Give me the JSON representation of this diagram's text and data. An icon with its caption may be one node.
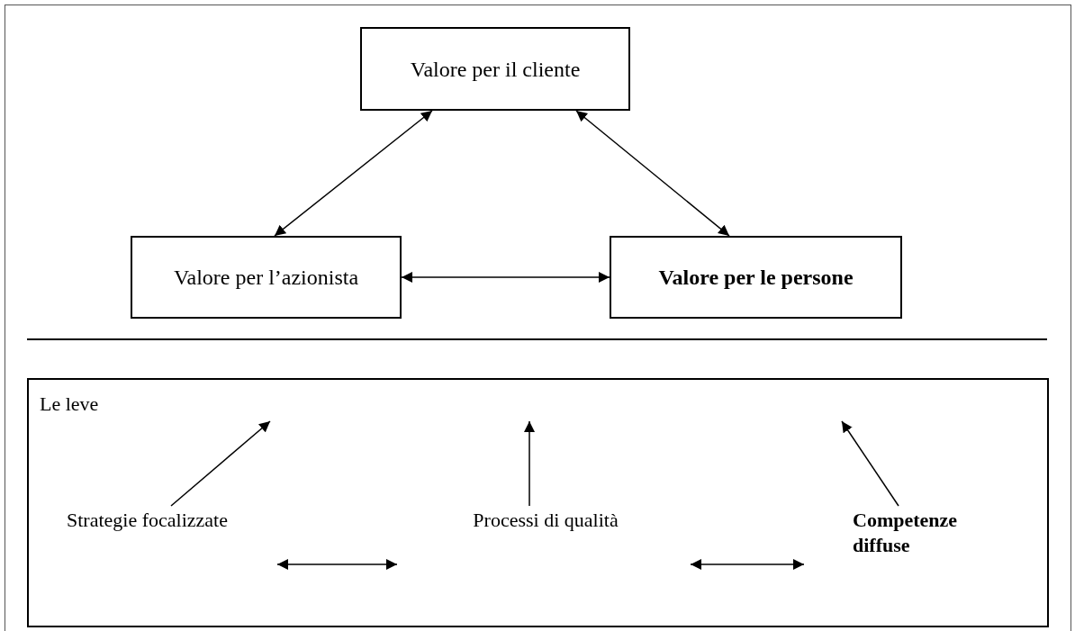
{
  "diagram": {
    "nodes": [
      {
        "text": [
          "Valore per il cliente"
        ]
      },
      {
        "text": [
          "Valore per l’azionista"
        ]
      },
      {
        "text": [
          "Valore per le persone"
        ]
      },
      {
        "text": [
          "Le leve"
        ]
      },
      {
        "text": [
          "Strategie focalizzate"
        ],
        "in": 3
      },
      {
        "text": [
          "Processi di qualità"
        ],
        "in": 3
      },
      {
        "text": [
          "Competenze diffuse"
        ],
        "in": 3
      }
    ],
    "edges": [
      {
        "from": 1,
        "to": 0,
        "arrow": "both"
      },
      {
        "from": 0,
        "to": 2,
        "arrow": "both"
      },
      {
        "from": 1,
        "to": 2,
        "arrow": "both"
      },
      {
        "from": 4,
        "to": null,
        "arrow": "to"
      },
      {
        "from": 5,
        "to": null,
        "arrow": "to"
      },
      {
        "from": 6,
        "to": null,
        "arrow": "to"
      },
      {
        "from": 4,
        "to": 5,
        "arrow": "both"
      },
      {
        "from": 5,
        "to": 6,
        "arrow": "both"
      }
    ]
  }
}
